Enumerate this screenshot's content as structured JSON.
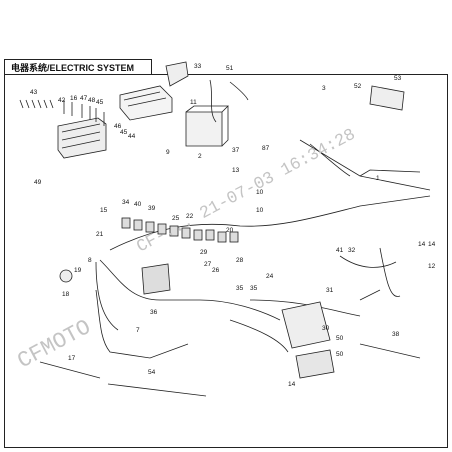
{
  "title": "电器系统/ELECTRIC SYSTEM",
  "watermark": {
    "brand": "CFMOTO",
    "stamp": "CF-... 21-07-03 16:34:28",
    "color": "#c4c4c4"
  },
  "callouts": [
    {
      "id": "c33",
      "text": "33"
    },
    {
      "id": "c51",
      "text": "51"
    },
    {
      "id": "c3",
      "text": "3"
    },
    {
      "id": "c52",
      "text": "52"
    },
    {
      "id": "c53",
      "text": "53"
    },
    {
      "id": "c11",
      "text": "11"
    },
    {
      "id": "c43",
      "text": "43"
    },
    {
      "id": "c42",
      "text": "42"
    },
    {
      "id": "c16",
      "text": "16"
    },
    {
      "id": "c47",
      "text": "47"
    },
    {
      "id": "c48",
      "text": "48"
    },
    {
      "id": "c45a",
      "text": "45"
    },
    {
      "id": "c46",
      "text": "46"
    },
    {
      "id": "c45b",
      "text": "45"
    },
    {
      "id": "c44",
      "text": "44"
    },
    {
      "id": "c9",
      "text": "9"
    },
    {
      "id": "c2",
      "text": "2"
    },
    {
      "id": "c37",
      "text": "37"
    },
    {
      "id": "c87",
      "text": "87"
    },
    {
      "id": "c13",
      "text": "13"
    },
    {
      "id": "c1",
      "text": "1"
    },
    {
      "id": "c10a",
      "text": "10"
    },
    {
      "id": "c10b",
      "text": "10"
    },
    {
      "id": "c49",
      "text": "49"
    },
    {
      "id": "c15",
      "text": "15"
    },
    {
      "id": "c34",
      "text": "34"
    },
    {
      "id": "c40",
      "text": "40"
    },
    {
      "id": "c39",
      "text": "39"
    },
    {
      "id": "c25",
      "text": "25"
    },
    {
      "id": "c22",
      "text": "22"
    },
    {
      "id": "c20",
      "text": "20"
    },
    {
      "id": "c21",
      "text": "21"
    },
    {
      "id": "c24",
      "text": "24"
    },
    {
      "id": "c41",
      "text": "41"
    },
    {
      "id": "c32",
      "text": "32"
    },
    {
      "id": "c14a",
      "text": "14"
    },
    {
      "id": "c14b",
      "text": "14"
    },
    {
      "id": "c12",
      "text": "12"
    },
    {
      "id": "c8",
      "text": "8"
    },
    {
      "id": "c29",
      "text": "29"
    },
    {
      "id": "c27",
      "text": "27"
    },
    {
      "id": "c26",
      "text": "26"
    },
    {
      "id": "c28",
      "text": "28"
    },
    {
      "id": "c35a",
      "text": "35"
    },
    {
      "id": "c35b",
      "text": "35"
    },
    {
      "id": "c36",
      "text": "36"
    },
    {
      "id": "c19",
      "text": "19"
    },
    {
      "id": "c18",
      "text": "18"
    },
    {
      "id": "c7",
      "text": "7"
    },
    {
      "id": "c31",
      "text": "31"
    },
    {
      "id": "c30",
      "text": "30"
    },
    {
      "id": "c50a",
      "text": "50"
    },
    {
      "id": "c50b",
      "text": "50"
    },
    {
      "id": "c38",
      "text": "38"
    },
    {
      "id": "c17",
      "text": "17"
    },
    {
      "id": "c54",
      "text": "54"
    },
    {
      "id": "c14c",
      "text": "14"
    }
  ]
}
